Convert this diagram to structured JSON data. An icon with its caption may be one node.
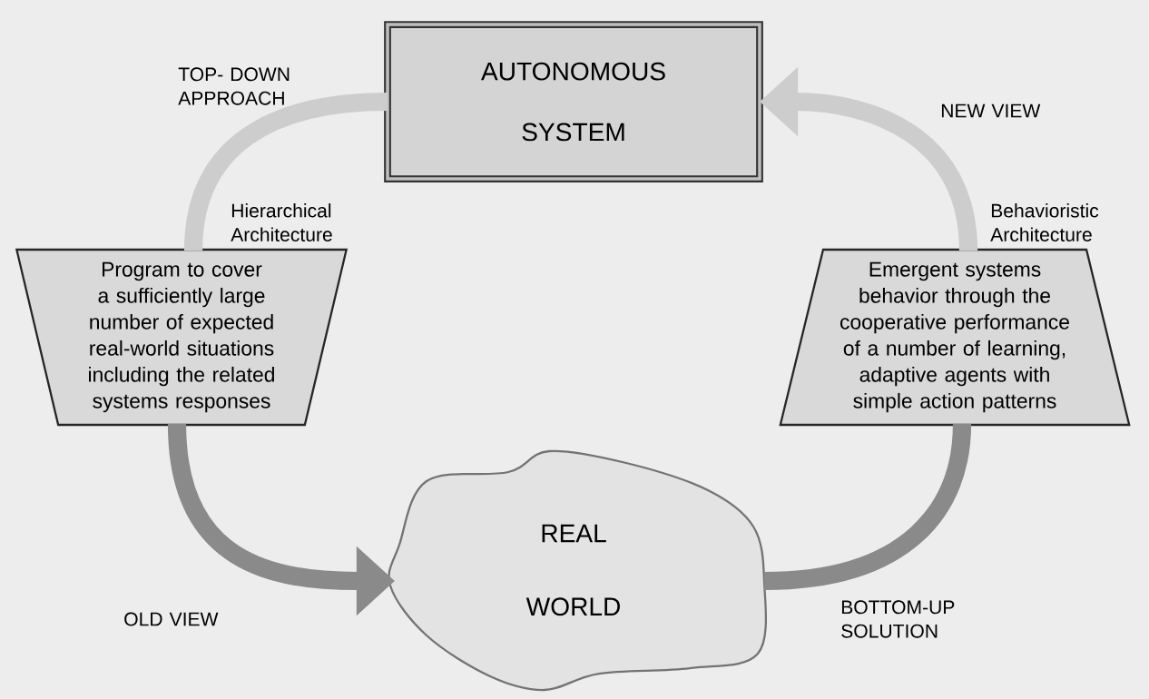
{
  "diagram": {
    "nodes": [
      {
        "text": [
          "AUTONOMOUS SYSTEM"
        ]
      },
      {
        "text": [
          "Program to cover a sufficiently large number of expected real-world situations including the related systems responses"
        ],
        "beside": [
          "Hierarchical Architecture"
        ]
      },
      {
        "text": [
          "Emergent systems behavior through the cooperative performance of a number of learning, adaptive agents with simple action patterns"
        ],
        "beside": [
          "Behavioristic Architecture"
        ]
      },
      {
        "text": [
          "REAL WORLD"
        ]
      }
    ],
    "edges": [
      {
        "from": 1,
        "to": 0,
        "arrow": "none",
        "label": "TOP- DOWN APPROACH",
        "color": "#cdcdcd"
      },
      {
        "from": 2,
        "to": 0,
        "arrow": "to",
        "label": "NEW VIEW",
        "color": "#cdcdcd"
      },
      {
        "from": 1,
        "to": 3,
        "arrow": "to",
        "label": "OLD VIEW",
        "color": "#8a8a8a"
      },
      {
        "from": 3,
        "to": 2,
        "arrow": "none",
        "label": "BOTTOM-UP SOLUTION",
        "color": "#8a8a8a"
      }
    ]
  }
}
